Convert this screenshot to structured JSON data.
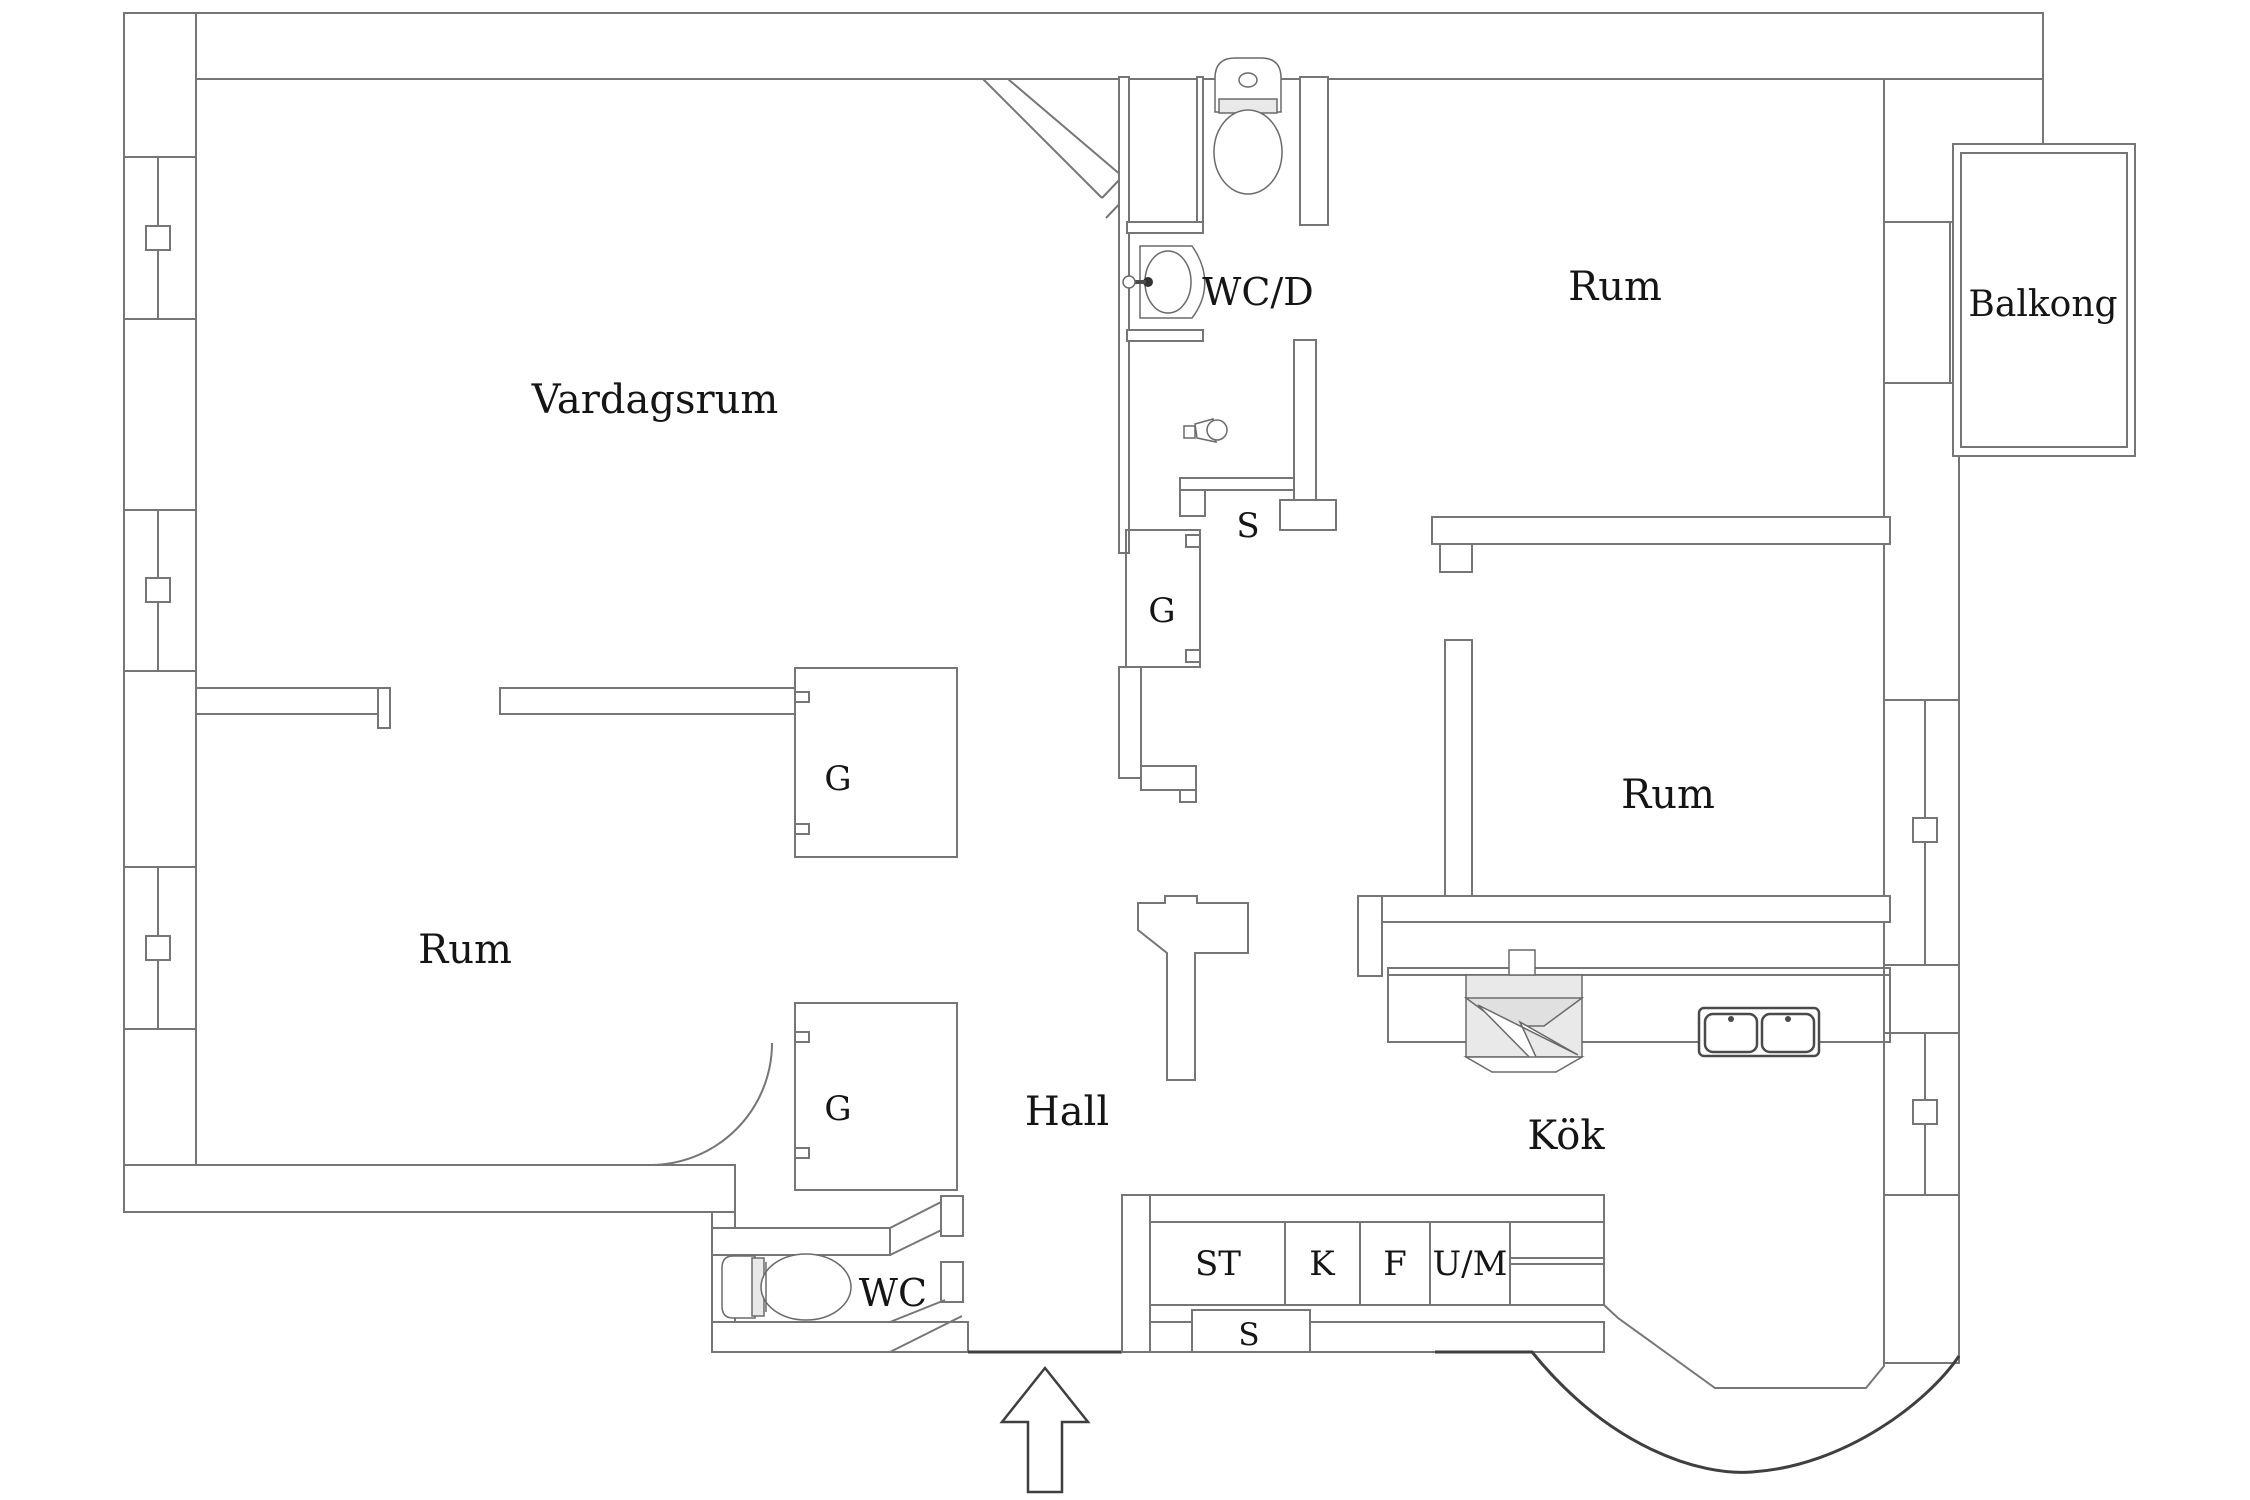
{
  "plan": {
    "type": "apartment-floor-plan",
    "language": "sv",
    "rooms": [
      {
        "name": "living-room",
        "label": "Vardagsrum"
      },
      {
        "name": "room-top-right",
        "label": "Rum"
      },
      {
        "name": "balcony",
        "label": "Balkong"
      },
      {
        "name": "bathroom",
        "label": "WC/D"
      },
      {
        "name": "room-left",
        "label": "Rum"
      },
      {
        "name": "hall",
        "label": "Hall"
      },
      {
        "name": "room-right",
        "label": "Rum"
      },
      {
        "name": "kitchen",
        "label": "Kök"
      },
      {
        "name": "wc",
        "label": "WC"
      }
    ],
    "closets": [
      {
        "name": "shaft-upper",
        "label": "S"
      },
      {
        "name": "wardrobe-strip",
        "label": "G"
      },
      {
        "name": "wardrobe-upper-left",
        "label": "G"
      },
      {
        "name": "wardrobe-lower-left",
        "label": "G"
      },
      {
        "name": "cleaning-closet",
        "label": "ST"
      },
      {
        "name": "fridge",
        "label": "K"
      },
      {
        "name": "freezer",
        "label": "F"
      },
      {
        "name": "oven-microwave",
        "label": "U/M"
      },
      {
        "name": "shaft-bottom",
        "label": "S"
      }
    ],
    "fixtures": [
      {
        "name": "toilet-icon-bathroom"
      },
      {
        "name": "sink-icon-bathroom"
      },
      {
        "name": "shower-head-icon"
      },
      {
        "name": "stove-hood-icon"
      },
      {
        "name": "kitchen-sink-icon"
      },
      {
        "name": "toilet-icon-wc"
      },
      {
        "name": "door-swing-arc"
      },
      {
        "name": "entrance-arrow-icon"
      }
    ],
    "windows": {
      "left_wall": 3,
      "right_wall": 2
    },
    "colors": {
      "wall_line": "#767676",
      "fixture_line": "#4a4a4a",
      "section_line": "#3f3f3f",
      "text": "#151515",
      "background": "#ffffff",
      "appliance_fill": "#e9e9e9"
    }
  }
}
